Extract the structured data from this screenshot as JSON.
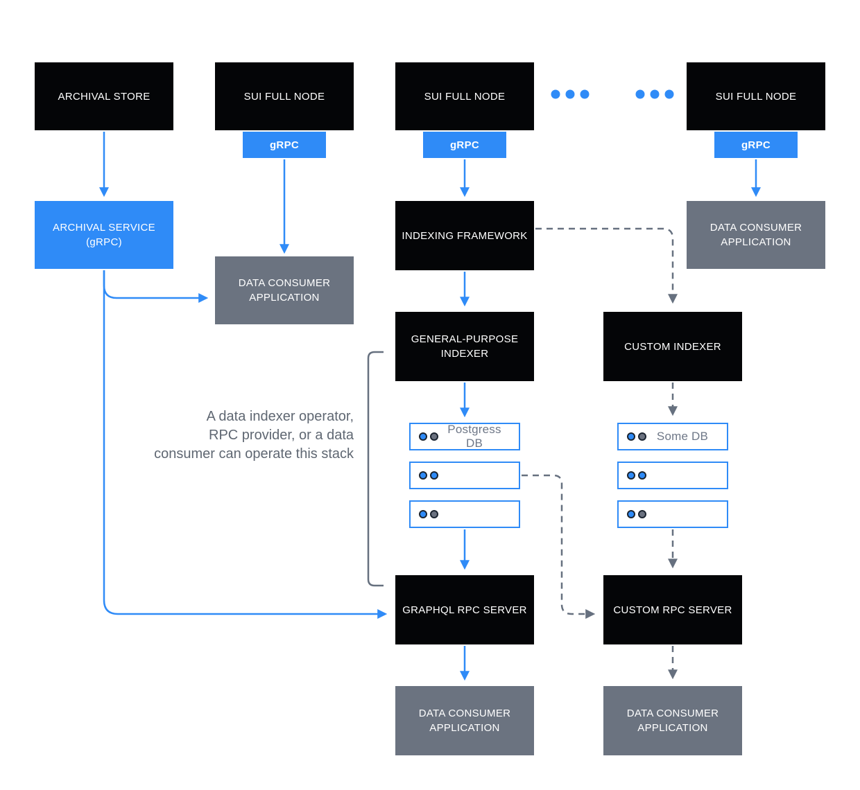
{
  "colors": {
    "accent_blue": "#2F8BF7",
    "gray_box": "#6B7380",
    "black_box": "#040507",
    "line_gray": "#66707F",
    "db_label_gray": "#6E7787",
    "annotation_gray": "#5F6772",
    "dot_border": "#1B2430",
    "dot_gray": "#6B7280"
  },
  "nodes": {
    "archival_store": {
      "label": "ARCHIVAL STORE"
    },
    "sui_full_node_left": {
      "label": "SUI FULL NODE"
    },
    "sui_full_node_middle": {
      "label": "SUI FULL NODE"
    },
    "sui_full_node_right": {
      "label": "SUI FULL NODE"
    },
    "grpc_badge_left": {
      "label": "gRPC"
    },
    "grpc_badge_middle": {
      "label": "gRPC"
    },
    "grpc_badge_right": {
      "label": "gRPC"
    },
    "archival_service": {
      "label": "ARCHIVAL SERVICE\n(gRPC)"
    },
    "data_consumer_left": {
      "label": "DATA CONSUMER\nAPPLICATION"
    },
    "indexing_framework": {
      "label": "INDEXING FRAMEWORK"
    },
    "data_consumer_top_right": {
      "label": "DATA CONSUMER\nAPPLICATION"
    },
    "general_purpose_indexer": {
      "label": "GENERAL-PURPOSE\nINDEXER"
    },
    "custom_indexer": {
      "label": "CUSTOM INDEXER"
    },
    "graphql_rpc_server": {
      "label": "GRAPHQL RPC SERVER"
    },
    "custom_rpc_server": {
      "label": "CUSTOM RPC SERVER"
    },
    "data_consumer_bottom_middle": {
      "label": "DATA CONSUMER\nAPPLICATION"
    },
    "data_consumer_bottom_right": {
      "label": "DATA CONSUMER\nAPPLICATION"
    }
  },
  "db_stacks": {
    "general": {
      "rows": [
        {
          "label": "Postgress DB",
          "dot1": "blue",
          "dot2": "gray"
        },
        {
          "label": "",
          "dot1": "blue",
          "dot2": "blue"
        },
        {
          "label": "",
          "dot1": "blue",
          "dot2": "gray"
        }
      ]
    },
    "custom": {
      "rows": [
        {
          "label": "Some DB",
          "dot1": "blue",
          "dot2": "gray"
        },
        {
          "label": "",
          "dot1": "blue",
          "dot2": "blue"
        },
        {
          "label": "",
          "dot1": "blue",
          "dot2": "gray"
        }
      ]
    }
  },
  "annotation": {
    "text": "A data indexer operator,\nRPC provider, or a data\nconsumer can operate this stack"
  }
}
